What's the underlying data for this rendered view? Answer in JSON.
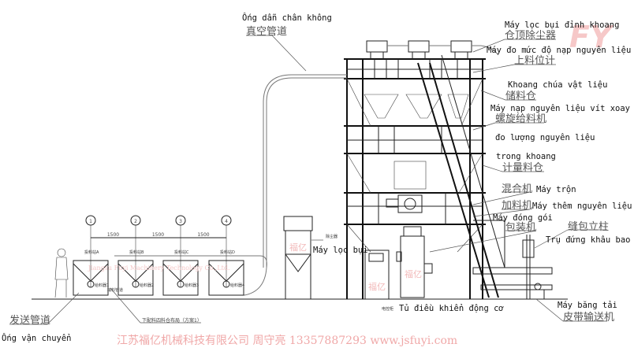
{
  "title_watermark": "FY",
  "labels": {
    "vacuum_pipe_vn": "Ống dẫn chân không",
    "vacuum_pipe_cn": "真空管道",
    "top_dust_vn": "Máy lọc bụi đỉnh khoang",
    "top_dust_cn": "仓顶除尘器",
    "level_meter_vn": "Máy đo mức độ nạp nguyên liệu",
    "level_meter_cn": "上料位计",
    "storage_bin_vn": "Khoang chúa vật liệu",
    "storage_bin_cn": "储料仓",
    "screw_feeder_vn": "Máy nạp nguyên liệu vít xoay",
    "screw_feeder_cn": "螺旋给料机",
    "weigh_vn_1": "đo lượng nguyên liệu",
    "weigh_vn_2": "trong khoang",
    "weigh_cn": "计量料仓",
    "mixer_cn": "混合机",
    "mixer_vn": "Máy trộn",
    "adder_cn": "加料机",
    "adder_vn": "Máy thêm nguyên liệu",
    "packer_vn": "Máy đóng gói",
    "packer_cn": "包装机",
    "sewing_cn": "缝包立柱",
    "sewing_vn": "Trụ đứng khâu bao",
    "dust_filter_vn": "Máy lọc bụi",
    "dust_filter_small": "除尘器",
    "control_vn": "Tủ điều khiển động cơ",
    "control_small": "电控柜",
    "belt_vn": "Máy băng tải",
    "belt_cn": "皮带输送机",
    "send_pipe_cn": "发送管道",
    "send_pipe_vn": "Ống vận chuyển",
    "layout_caption": "下配料四料仓布局（方案1）",
    "transfer_pipe_small": "输料管道"
  },
  "stations": [
    {
      "num": "1",
      "name": "投料站A",
      "feeder": "给料器1"
    },
    {
      "num": "2",
      "name": "投料站B",
      "feeder": "给料器2"
    },
    {
      "num": "3",
      "name": "投料站C",
      "feeder": "给料器3"
    },
    {
      "num": "4",
      "name": "投料站D",
      "feeder": "给料器4"
    }
  ],
  "dimensions": [
    "1500",
    "1500",
    "1500"
  ],
  "watermarks": {
    "brand_cn": "福亿",
    "brand_en": "Jiangsu Fuyi Machinery Technology Co.,Ltd."
  },
  "footer": "江苏福亿机械科技有限公司 周守亮 13357887293 www.jsfuyi.com"
}
